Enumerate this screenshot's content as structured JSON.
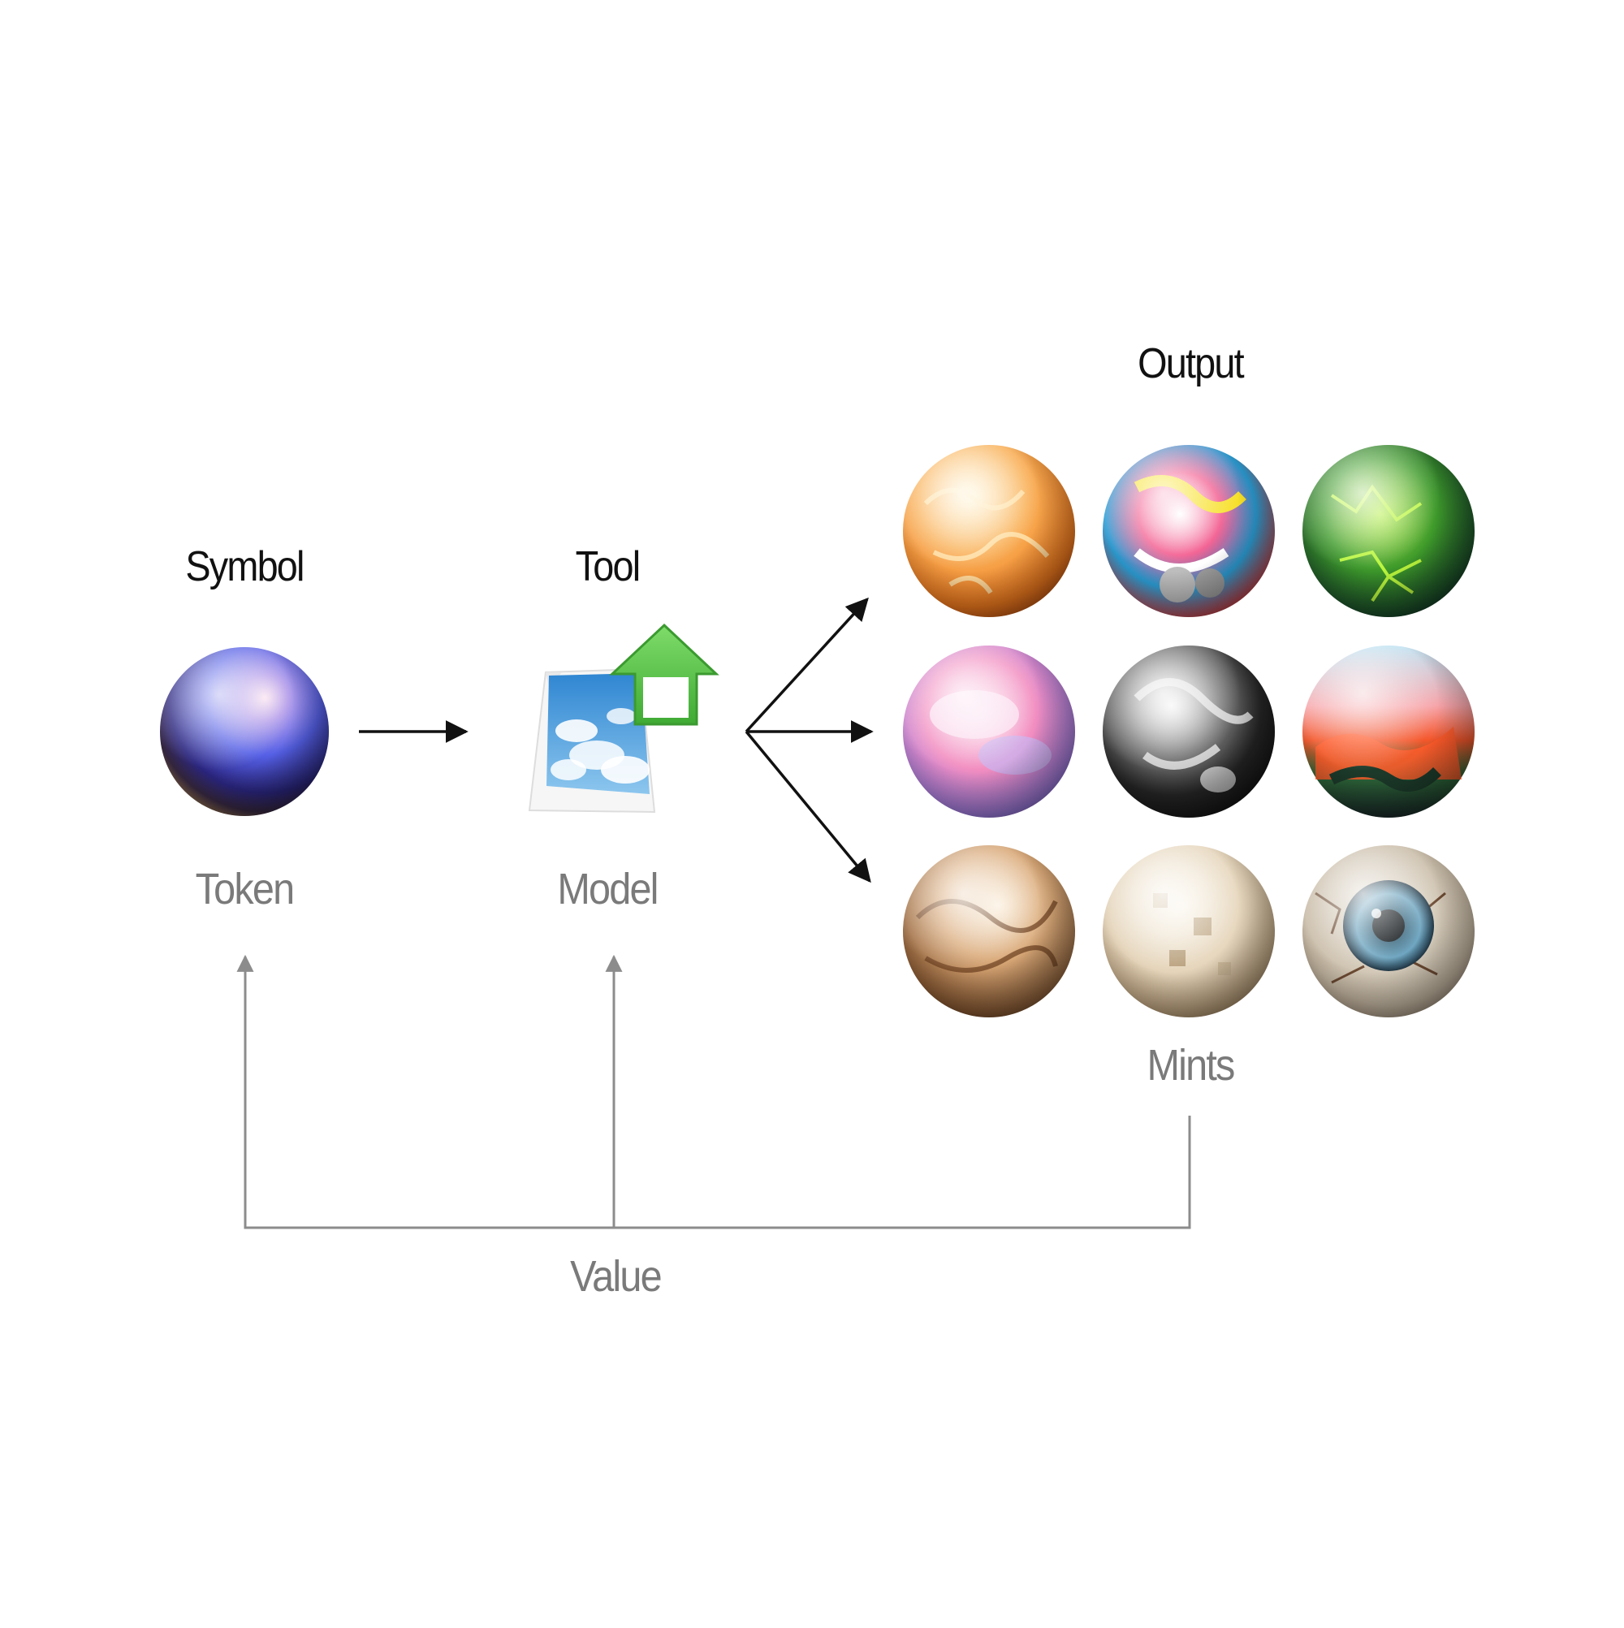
{
  "labels": {
    "symbol": "Symbol",
    "tool": "Tool",
    "output": "Output",
    "token": "Token",
    "model": "Model",
    "mints": "Mints",
    "value": "Value"
  },
  "colors": {
    "label_dark": "#111111",
    "label_grey": "#7a7a7a",
    "arrow_dark": "#111111",
    "feedback_line": "#8c8c8c",
    "upload_green": "#5cc24a",
    "sky_blue": "#3f92d6"
  },
  "icons": {
    "token": "token-sphere-icon",
    "model": "image-upload-icon",
    "mints": [
      "orange-marble-sphere-icon",
      "graffiti-sphere-icon",
      "green-lightning-sphere-icon",
      "pastel-cloud-sphere-icon",
      "chrome-liquid-sphere-icon",
      "painted-landscape-sphere-icon",
      "agate-sphere-icon",
      "pixel-stone-sphere-icon",
      "eye-sphere-icon"
    ]
  }
}
